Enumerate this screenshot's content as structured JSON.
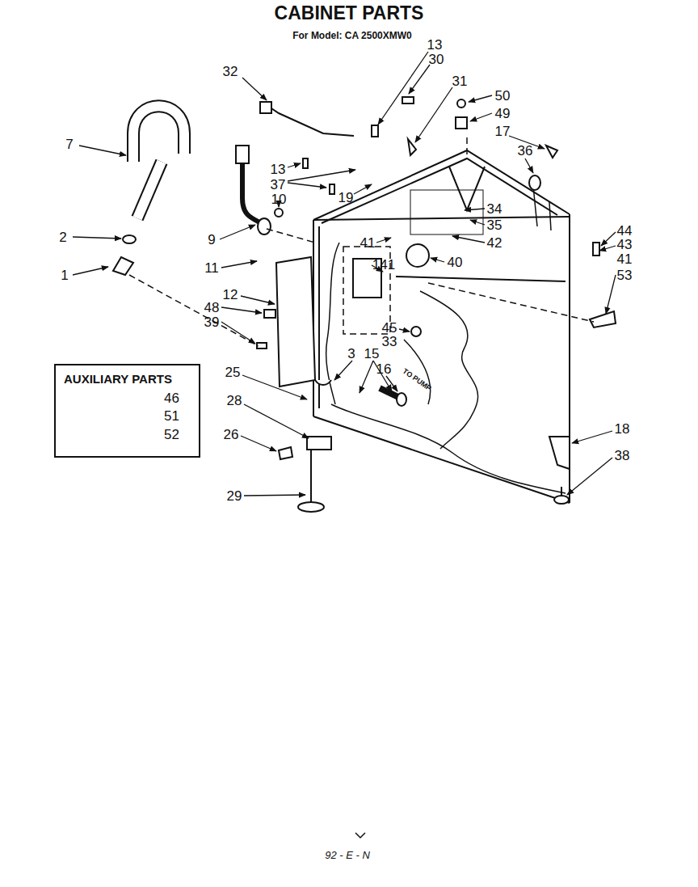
{
  "diagram": {
    "title": "CABINET PARTS",
    "nodes": [
      {
        "text": [
          "AUXILIARY PARTS",
          "46",
          "51",
          "52"
        ]
      }
    ],
    "labels": [
      "For Model: CA 2500XMW0",
      "13",
      "30",
      "32",
      "31",
      "50",
      "49",
      "17",
      "7",
      "36",
      "13",
      "37",
      "19",
      "10",
      "34",
      "35",
      "44",
      "2",
      "9",
      "41",
      "42",
      "43",
      "41",
      "141",
      "40",
      "11",
      "1",
      "53",
      "12",
      "48",
      "39",
      "45",
      "33",
      "3",
      "15",
      "16",
      "TO PUMP",
      "25",
      "28",
      "18",
      "26",
      "38",
      "29",
      "92 - E - N"
    ]
  }
}
